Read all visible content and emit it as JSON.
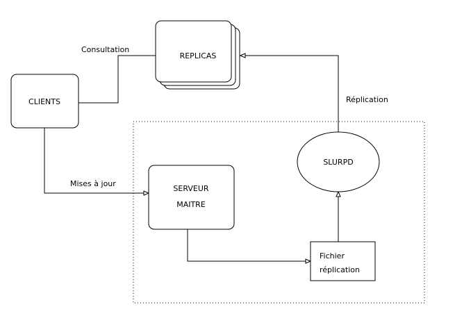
{
  "nodes": {
    "clients": "CLIENTS",
    "replicas": "REPLICAS",
    "serveur_line1": "SERVEUR",
    "serveur_line2": "MAITRE",
    "slurpd": "SLURPD",
    "fichier_line1": "Fichier",
    "fichier_line2": "réplication"
  },
  "edges": {
    "consultation": "Consultation",
    "mises_a_jour": "Mises à jour",
    "replication": "Réplication"
  }
}
